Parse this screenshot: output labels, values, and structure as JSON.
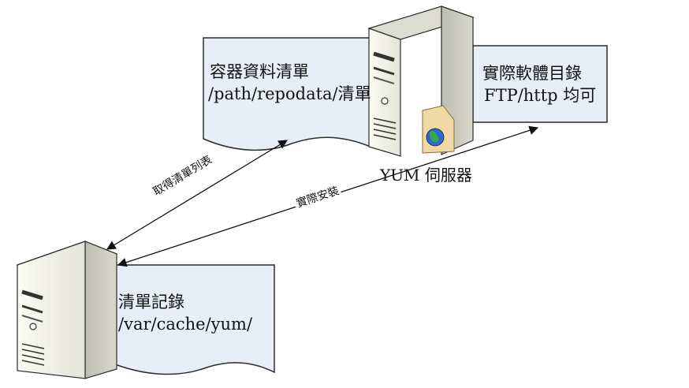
{
  "repo_list_doc": {
    "line1": "容器資料清單",
    "line2": "/path/repodata/清單"
  },
  "software_dir_doc": {
    "line1": "實際軟體目錄",
    "line2": "FTP/http 均可"
  },
  "local_record_doc": {
    "line1": "清單記錄",
    "line2": "/var/cache/yum/"
  },
  "yum_server": {
    "caption": "YUM 伺服器"
  },
  "arrows": {
    "get_list": "取得清單列表",
    "install": "實際安裝"
  },
  "colors": {
    "doc_fill": "#e8eef8",
    "server_front": "#f2f2ea",
    "server_side": "#c8c8bc",
    "server_top": "#d9d9ce",
    "outline": "#2b2b2b"
  }
}
